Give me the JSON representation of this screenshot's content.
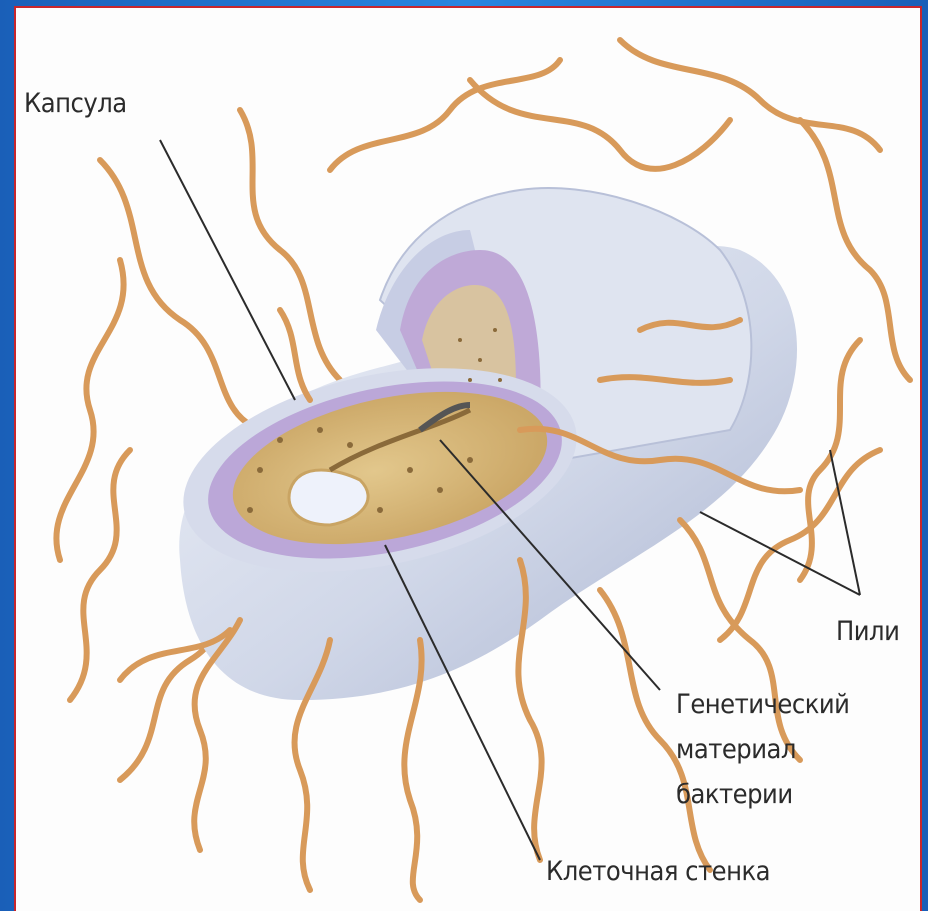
{
  "labels": {
    "capsule": "Капсула",
    "pili": "Пили",
    "genetic_line1": "Генетический",
    "genetic_line2": "материал",
    "genetic_line3": "бактерии",
    "cell_wall": "Клеточная стенка"
  },
  "colors": {
    "background_frame": "#1f6fc8",
    "panel": "#fdfdfd",
    "border": "#c8262c",
    "pili": "#d89a5a",
    "capsule": "#d5dbea",
    "cell_wall": "#b9a8d6",
    "cytoplasm": "#d8ba7a",
    "label_text": "#2b2b2b"
  }
}
